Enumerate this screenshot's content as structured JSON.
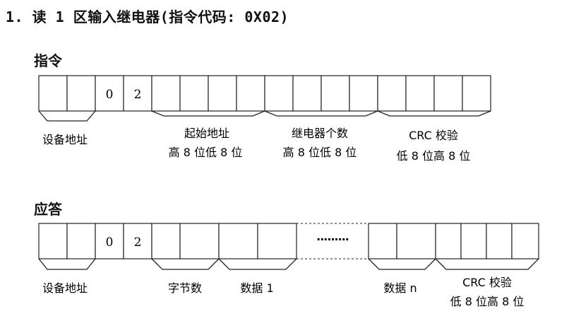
{
  "title": "1. 读 1 区输入继电器(指令代码: 0X02)",
  "command": {
    "heading": "指令",
    "cells": [
      "",
      "",
      "0",
      "2",
      "",
      "",
      "",
      "",
      "",
      "",
      "",
      "",
      "",
      "",
      "",
      ""
    ],
    "labels": {
      "device_address": "设备地址",
      "start_address": "起始地址",
      "start_address_sub": "高 8 位低 8 位",
      "relay_count": "继电器个数",
      "relay_count_sub": "高 8 位低 8 位",
      "crc": "CRC 校验",
      "crc_sub": "低 8 位高 8 位"
    }
  },
  "response": {
    "heading": "应答",
    "left_cells": [
      "",
      "",
      "0",
      "2",
      "",
      "",
      "",
      ""
    ],
    "ellipsis": "·········",
    "right_cells": [
      "",
      "",
      "",
      "",
      "",
      ""
    ],
    "labels": {
      "device_address": "设备地址",
      "byte_count": "字节数",
      "data_1": "数据 1",
      "data_n": "数据 n",
      "crc": "CRC 校验",
      "crc_sub": "低 8 位高 8 位"
    }
  }
}
